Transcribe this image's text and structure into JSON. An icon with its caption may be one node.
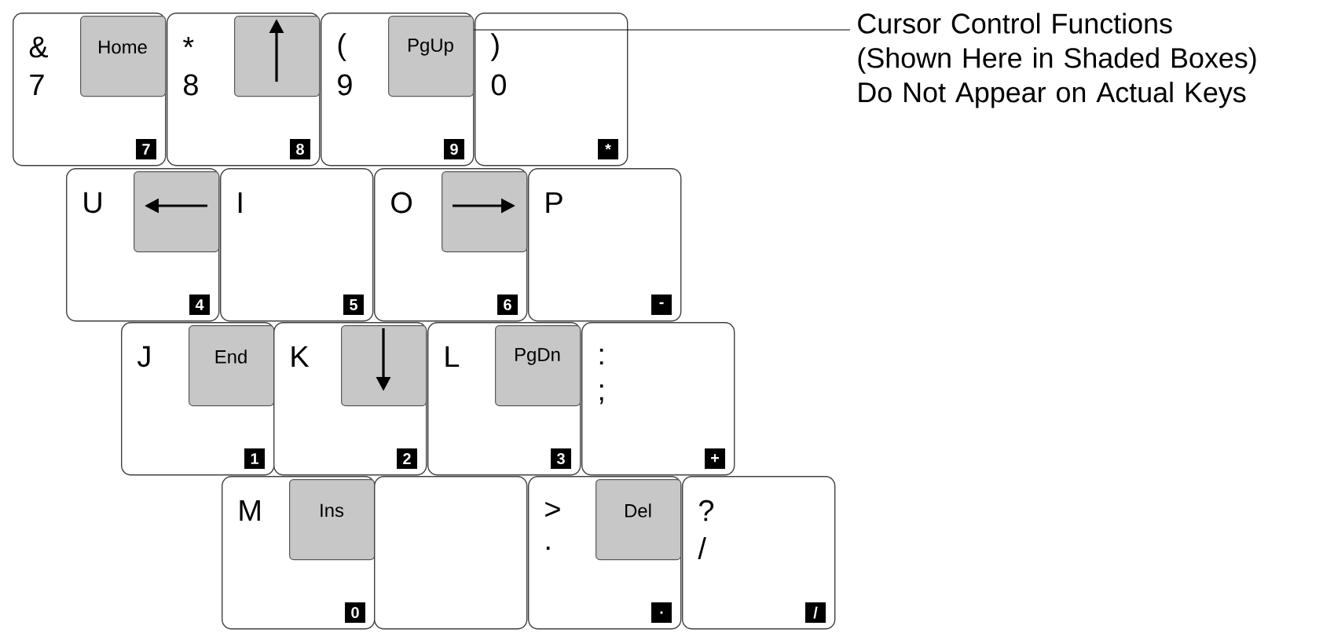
{
  "diagram": {
    "nodes": [
      {
        "text": [
          "&",
          "7",
          "7"
        ]
      },
      {
        "text": [
          "Home"
        ],
        "in": 0
      },
      {
        "text": [
          "*",
          "8",
          "8"
        ]
      },
      {
        "text": [],
        "shape": "box",
        "in": 2
      },
      {
        "text": [
          "(",
          "9",
          "9"
        ]
      },
      {
        "text": [
          "PgUp"
        ],
        "in": 4
      },
      {
        "text": [
          ")",
          "0",
          "*"
        ]
      },
      {
        "text": [
          "U",
          "4"
        ]
      },
      {
        "text": [],
        "shape": "box",
        "in": 7
      },
      {
        "text": [
          "I",
          "5"
        ]
      },
      {
        "text": [
          "O",
          "6"
        ]
      },
      {
        "text": [],
        "shape": "box",
        "in": 10
      },
      {
        "text": [
          "P",
          "-"
        ]
      },
      {
        "text": [
          "J",
          "1"
        ]
      },
      {
        "text": [
          "End"
        ],
        "in": 13
      },
      {
        "text": [
          "K",
          "2"
        ]
      },
      {
        "text": [],
        "shape": "box",
        "in": 15
      },
      {
        "text": [
          "L",
          "3"
        ]
      },
      {
        "text": [
          "PgDn"
        ],
        "in": 17
      },
      {
        "text": [
          ":",
          ";",
          "+"
        ]
      },
      {
        "text": [
          "M",
          "0"
        ]
      },
      {
        "text": [
          "Ins"
        ],
        "in": 20
      },
      {
        "text": [],
        "shape": "box"
      },
      {
        "text": [
          ">",
          ".",
          "."
        ]
      },
      {
        "text": [
          "Del"
        ],
        "in": 23
      },
      {
        "text": [
          "?",
          "/",
          "/"
        ]
      },
      {
        "text": [
          "Cursor Control Functions (Shown Here in Shaded Boxes) Do Not Appear on Actual Keys"
        ]
      }
    ],
    "edges": [
      {
        "from": 26,
        "to": 5,
        "arrow": "none"
      }
    ]
  }
}
